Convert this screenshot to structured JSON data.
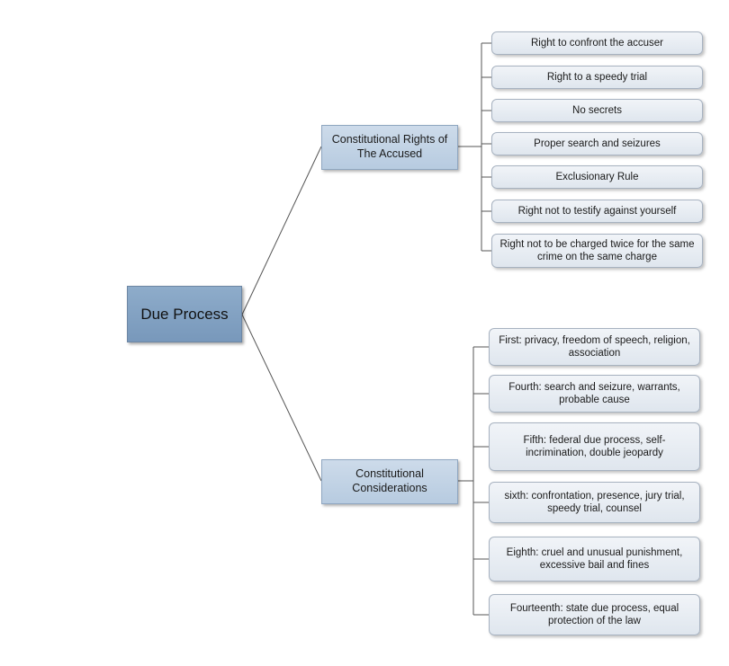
{
  "root": {
    "label": "Due Process"
  },
  "branches": [
    {
      "label": "Constitutional Rights of The Accused",
      "items": [
        "Right to confront the accuser",
        "Right to a speedy trial",
        "No secrets",
        "Proper search and seizures",
        "Exclusionary Rule",
        "Right not to testify against yourself",
        "Right not to be charged twice for the same crime on the same charge"
      ]
    },
    {
      "label": "Constitutional Considerations",
      "items": [
        "First: privacy, freedom of speech, religion, association",
        "Fourth: search and seizure, warrants, probable cause",
        "Fifth: federal due process, self-incrimination, double jeopardy",
        "sixth: confrontation, presence, jury trial, speedy trial, counsel",
        "Eighth: cruel and unusual punishment, excessive bail and fines",
        "Fourteenth: state due process, equal protection of the law"
      ]
    }
  ]
}
